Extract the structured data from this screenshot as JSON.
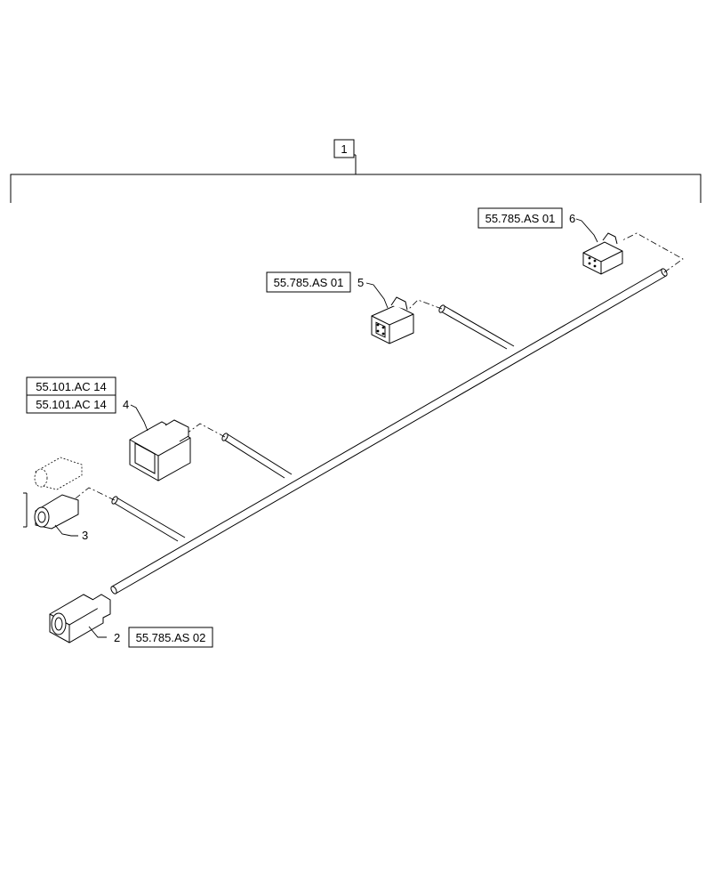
{
  "diagram": {
    "assembly_item": "1",
    "items": [
      {
        "id": "item-2",
        "number": "2",
        "refs": [
          "55.785.AS 02"
        ]
      },
      {
        "id": "item-3",
        "number": "3",
        "refs": []
      },
      {
        "id": "item-4",
        "number": "4",
        "refs": [
          "55.101.AC 14",
          "55.101.AC 14"
        ]
      },
      {
        "id": "item-5",
        "number": "5",
        "refs": [
          "55.785.AS 01"
        ]
      },
      {
        "id": "item-6",
        "number": "6",
        "refs": [
          "55.785.AS 01"
        ]
      }
    ]
  }
}
